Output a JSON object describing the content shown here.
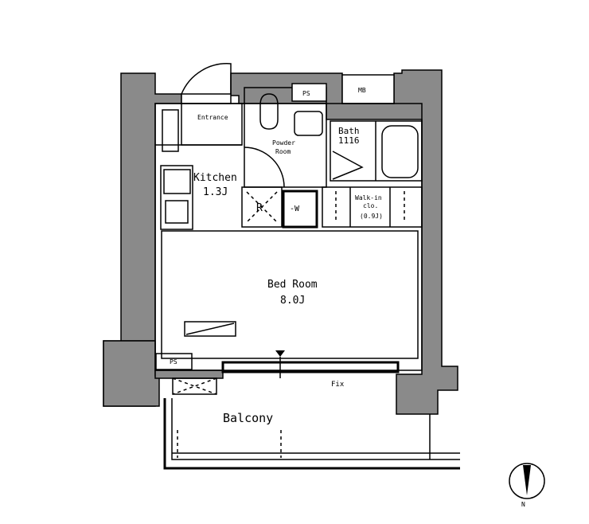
{
  "floorplan": {
    "rooms": {
      "entrance": "Entrance",
      "powder_room_line1": "Powder",
      "powder_room_line2": "Room",
      "ps_top": "PS",
      "mb": "MB",
      "bath": "Bath",
      "bath_size": "1116",
      "kitchen": "Kitchen",
      "kitchen_size": "1.3J",
      "refrigerator": "R",
      "washer": "-W",
      "walkin_line1": "Walk-in",
      "walkin_line2": "clo.",
      "walkin_size": "(0.9J)",
      "bedroom": "Bed Room",
      "bedroom_size": "8.0J",
      "ps_bottom": "PS",
      "fix": "Fix",
      "balcony": "Balcony"
    },
    "compass": {
      "label": "N"
    },
    "colors": {
      "wall": "#8a8a8a",
      "line": "#000000"
    }
  }
}
